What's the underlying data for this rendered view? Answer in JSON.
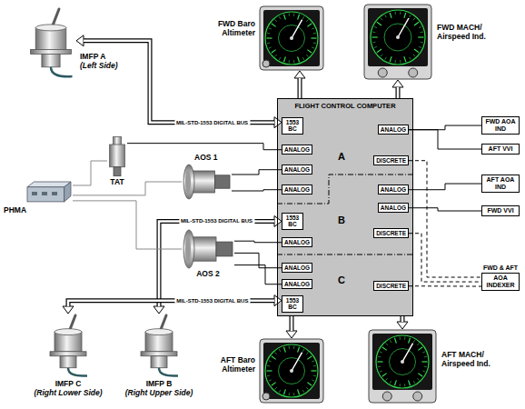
{
  "diagram": {
    "nodes": [
      {
        "text": [
          "IMFP A",
          "(Left Side)"
        ]
      },
      {
        "text": [
          "FWD Baro Altimeter"
        ]
      },
      {
        "text": [
          "FWD MACH/ Airspeed Ind."
        ]
      },
      {
        "text": [
          "FLIGHT CONTROL COMPUTER"
        ]
      },
      {
        "text": [
          "1553 BC"
        ],
        "in": 3
      },
      {
        "text": [
          "ANALOG"
        ],
        "in": 3
      },
      {
        "text": [
          "ANALOG"
        ],
        "in": 3
      },
      {
        "text": [
          "ANALOG"
        ],
        "in": 3
      },
      {
        "text": [
          "ANALOG"
        ],
        "in": 3
      },
      {
        "text": [
          "DISCRETE"
        ],
        "in": 3
      },
      {
        "text": [
          "ANALOG"
        ],
        "in": 3
      },
      {
        "text": [
          "ANALOG"
        ],
        "in": 3
      },
      {
        "text": [
          "1553 BC"
        ],
        "in": 3
      },
      {
        "text": [
          "ANALOG"
        ],
        "in": 3
      },
      {
        "text": [
          "DISCRETE"
        ],
        "in": 3
      },
      {
        "text": [
          "ANALOG"
        ],
        "in": 3
      },
      {
        "text": [
          "ANALOG"
        ],
        "in": 3
      },
      {
        "text": [
          "1553 BC"
        ],
        "in": 3
      },
      {
        "text": [
          "DISCRETE"
        ],
        "in": 3
      },
      {
        "text": [
          "FWD AOA IND"
        ]
      },
      {
        "text": [
          "AFT VVI"
        ]
      },
      {
        "text": [
          "AFT AOA IND"
        ]
      },
      {
        "text": [
          "FWD VVI"
        ]
      },
      {
        "text": [
          "FWD & AFT",
          "AOA INDEXER"
        ]
      },
      {
        "text": [
          "PHMA"
        ]
      },
      {
        "text": [
          "TAT"
        ]
      },
      {
        "text": [
          "AOS 1"
        ]
      },
      {
        "text": [
          "AOS 2"
        ]
      },
      {
        "text": [
          "IMFP C",
          "(Right Lower Side)"
        ]
      },
      {
        "text": [
          "IMFP B",
          "(Right Upper Side)"
        ]
      },
      {
        "text": [
          "AFT Baro Altimeter"
        ]
      },
      {
        "text": [
          "AFT MACH/ Airspeed Ind."
        ]
      }
    ],
    "edges": [
      {
        "from": 4,
        "to": 0,
        "arrow": "both",
        "label": "MIL-STD-1553 DIGITAL BUS"
      },
      {
        "from": 3,
        "to": 1,
        "arrow": "to"
      },
      {
        "from": 3,
        "to": 2,
        "arrow": "to"
      },
      {
        "from": 12,
        "to": 29,
        "arrow": "both",
        "label": "MIL-STD-1553 DIGITAL BUS"
      },
      {
        "from": 17,
        "to": 28,
        "arrow": "both",
        "label": "MIL-STD-1553 DIGITAL BUS"
      },
      {
        "from": 3,
        "to": 30,
        "arrow": "to"
      },
      {
        "from": 3,
        "to": 31,
        "arrow": "to"
      },
      {
        "from": 24,
        "to": 25,
        "arrow": "none"
      },
      {
        "from": 24,
        "to": 26,
        "arrow": "none"
      },
      {
        "from": 24,
        "to": 27,
        "arrow": "none"
      },
      {
        "from": 25,
        "to": 5,
        "arrow": "none"
      },
      {
        "from": 26,
        "to": 6,
        "arrow": "none"
      },
      {
        "from": 26,
        "to": 7,
        "arrow": "none"
      },
      {
        "from": 27,
        "to": 13,
        "arrow": "none"
      },
      {
        "from": 27,
        "to": 15,
        "arrow": "none"
      },
      {
        "from": 27,
        "to": 16,
        "arrow": "none"
      },
      {
        "from": 8,
        "to": 19,
        "arrow": "none"
      },
      {
        "from": 8,
        "to": 20,
        "arrow": "none"
      },
      {
        "from": 10,
        "to": 21,
        "arrow": "none"
      },
      {
        "from": 11,
        "to": 22,
        "arrow": "none"
      },
      {
        "from": 9,
        "to": 23,
        "arrow": "none"
      },
      {
        "from": 14,
        "to": 23,
        "arrow": "none"
      },
      {
        "from": 18,
        "to": 23,
        "arrow": "none"
      }
    ],
    "labels": [
      "A",
      "B",
      "C"
    ]
  }
}
